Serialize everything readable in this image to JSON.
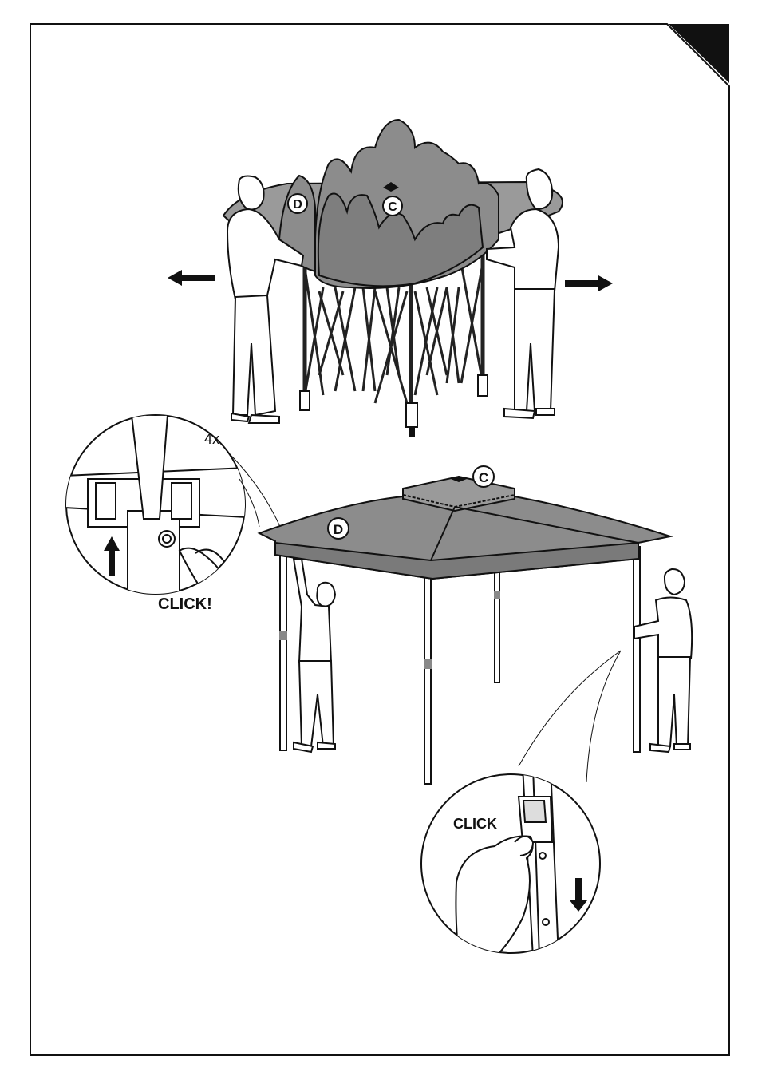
{
  "markers": {
    "d_top": "D",
    "c_top": "C",
    "d_bottom": "D",
    "c_bottom": "C"
  },
  "detail_left": {
    "count": "4x",
    "click": "CLICK!"
  },
  "detail_right": {
    "click": "CLICK"
  },
  "colors": {
    "canopy": "#8c8c8c",
    "canopy_dark": "#6e6e6e",
    "frame": "#2a2a2a",
    "line": "#111111",
    "corner_tab": "#111111"
  },
  "icons": [
    "arrow-left-icon",
    "arrow-right-icon",
    "arrow-up-icon",
    "arrow-down-icon",
    "corner-tab-icon"
  ]
}
